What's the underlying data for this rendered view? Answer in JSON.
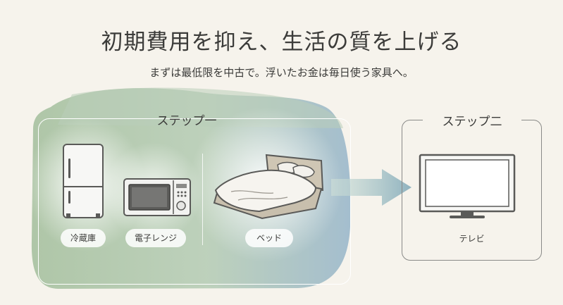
{
  "header": {
    "title": "初期費用を抑え、生活の質を上げる",
    "subtitle": "まずは最低限を中古で。浮いたお金は毎日使う家具へ。"
  },
  "step1": {
    "label": "ステップ一",
    "items": [
      {
        "label": "冷蔵庫",
        "icon": "refrigerator-icon"
      },
      {
        "label": "電子レンジ",
        "icon": "microwave-icon"
      },
      {
        "label": "ベッド",
        "icon": "bed-icon"
      }
    ]
  },
  "step2": {
    "label": "ステップ二",
    "items": [
      {
        "label": "テレビ",
        "icon": "tv-icon"
      }
    ]
  },
  "colors": {
    "background": "#f6f3ec",
    "green_wash": "#a9c3a2",
    "blue_wash": "#8fb0c6",
    "arrow": "#9fbfc6"
  }
}
